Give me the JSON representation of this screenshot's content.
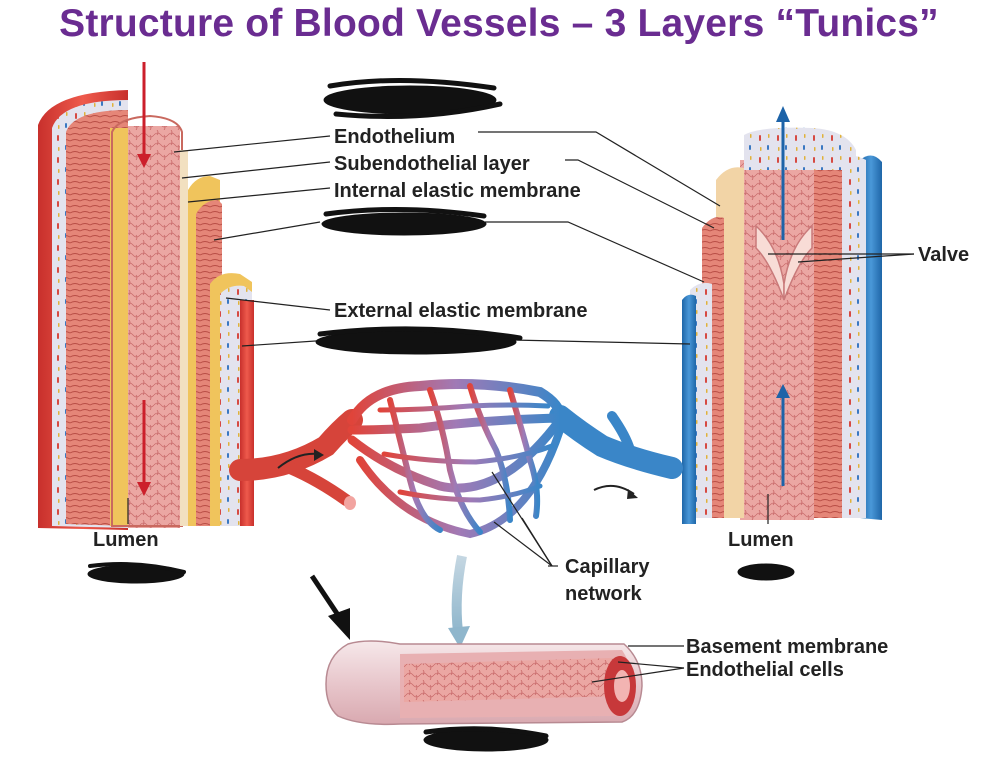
{
  "title": "Structure of Blood Vessels – 3 Layers “Tunics”",
  "labels": {
    "endothelium": "Endothelium",
    "subendothelial": "Subendothelial layer",
    "internal_elastic": "Internal elastic membrane",
    "external_elastic": "External elastic membrane",
    "valve": "Valve",
    "lumen_left": "Lumen",
    "lumen_right": "Lumen",
    "capillary_line1": "Capillary",
    "capillary_line2": "network",
    "basement_membrane": "Basement membrane",
    "endothelial_cells": "Endothelial cells"
  },
  "colors": {
    "title": "#6a2c91",
    "artery_red": "#d9443c",
    "vein_blue": "#2f7fc1",
    "intima_pink": "#eaa09e",
    "elastic_yellow": "#f2c15a",
    "adventitia_gray": "#dcdce8",
    "redaction": "#111111"
  },
  "icons": {
    "artery_flow_arrows": "red-down-arrow",
    "vein_flow_arrows": "blue-up-arrow",
    "flow_direction": "curved-arrow",
    "pointer": "black-diagonal-arrow"
  }
}
